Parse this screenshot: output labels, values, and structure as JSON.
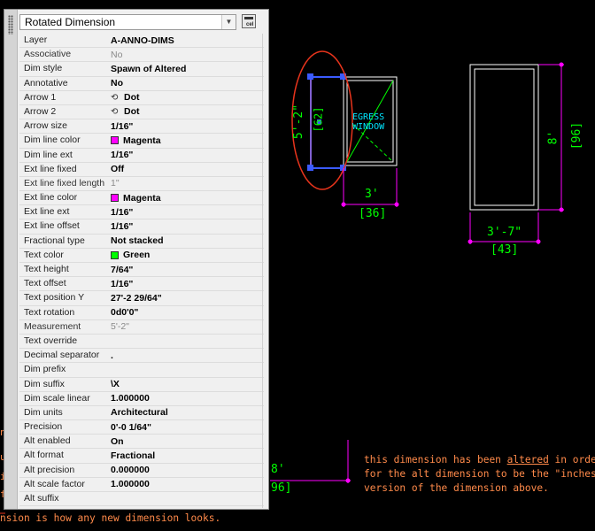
{
  "selector": {
    "value": "Rotated Dimension"
  },
  "quick_select": {
    "label": "cel"
  },
  "properties": [
    {
      "label": "Layer",
      "value": "A-ANNO-DIMS"
    },
    {
      "label": "Associative",
      "value": "No",
      "disabled": true
    },
    {
      "label": "Dim style",
      "value": "Spawn of Altered"
    },
    {
      "label": "Annotative",
      "value": "No"
    },
    {
      "label": "Arrow 1",
      "value": "Dot",
      "icon": "dot-arrow-icon"
    },
    {
      "label": "Arrow 2",
      "value": "Dot",
      "icon": "dot-arrow-icon"
    },
    {
      "label": "Arrow size",
      "value": "1/16\""
    },
    {
      "label": "Dim line color",
      "value": "Magenta",
      "swatch": "#ff00ff"
    },
    {
      "label": "Dim line ext",
      "value": "1/16\""
    },
    {
      "label": "Ext line fixed",
      "value": "Off"
    },
    {
      "label": "Ext line fixed length",
      "value": "1\"",
      "disabled": true
    },
    {
      "label": "Ext line color",
      "value": "Magenta",
      "swatch": "#ff00ff"
    },
    {
      "label": "Ext line ext",
      "value": "1/16\""
    },
    {
      "label": "Ext line offset",
      "value": "1/16\""
    },
    {
      "label": "Fractional type",
      "value": "Not stacked"
    },
    {
      "label": "Text color",
      "value": "Green",
      "swatch": "#00ff00"
    },
    {
      "label": "Text height",
      "value": "7/64\""
    },
    {
      "label": "Text offset",
      "value": "1/16\""
    },
    {
      "label": "Text position Y",
      "value": "27'-2 29/64\""
    },
    {
      "label": "Text rotation",
      "value": "0d0'0\""
    },
    {
      "label": "Measurement",
      "value": "5'-2\"",
      "disabled": true
    },
    {
      "label": "Text override",
      "value": ""
    },
    {
      "label": "Decimal separator",
      "value": "."
    },
    {
      "label": "Dim prefix",
      "value": ""
    },
    {
      "label": "Dim suffix",
      "value": "\\X"
    },
    {
      "label": "Dim scale linear",
      "value": "1.000000"
    },
    {
      "label": "Dim units",
      "value": "Architectural"
    },
    {
      "label": "Precision",
      "value": "0'-0 1/64\""
    },
    {
      "label": "Alt enabled",
      "value": "On"
    },
    {
      "label": "Alt format",
      "value": "Fractional"
    },
    {
      "label": "Alt precision",
      "value": "0.000000"
    },
    {
      "label": "Alt scale factor",
      "value": "1.000000"
    },
    {
      "label": "Alt suffix",
      "value": ""
    }
  ],
  "drawing": {
    "colors": {
      "magenta": "#ff00ff",
      "green": "#00ff00",
      "cyan": "#00e5ff",
      "white": "#ffffff",
      "red": "#e8341c",
      "blue": "#3b5bff",
      "note": "#ff8a4a"
    },
    "left_dim_primary": "5'-2\"",
    "left_dim_alt": "[62]",
    "window_label_1": "EGRESS",
    "window_label_2": "WINDOW",
    "dim_3ft": "3'",
    "dim_36": "[36]",
    "dim_8ft": "8'",
    "dim_96": "[96]",
    "dim_3ft7": "3'-7\"",
    "dim_43": "[43]",
    "bottom_8ft": "8'",
    "bottom_96": "96]",
    "note_line1_a": "this dimension has been ",
    "note_line1_b": "altered",
    "note_line1_c": " in order",
    "note_line2": "for the alt dimension to be the \"inches\"",
    "note_line3": "version of the dimension above.",
    "bottom_line": "nsion is how any new dimension looks.",
    "left_fragments": [
      "n",
      "u",
      "i",
      "f"
    ]
  }
}
